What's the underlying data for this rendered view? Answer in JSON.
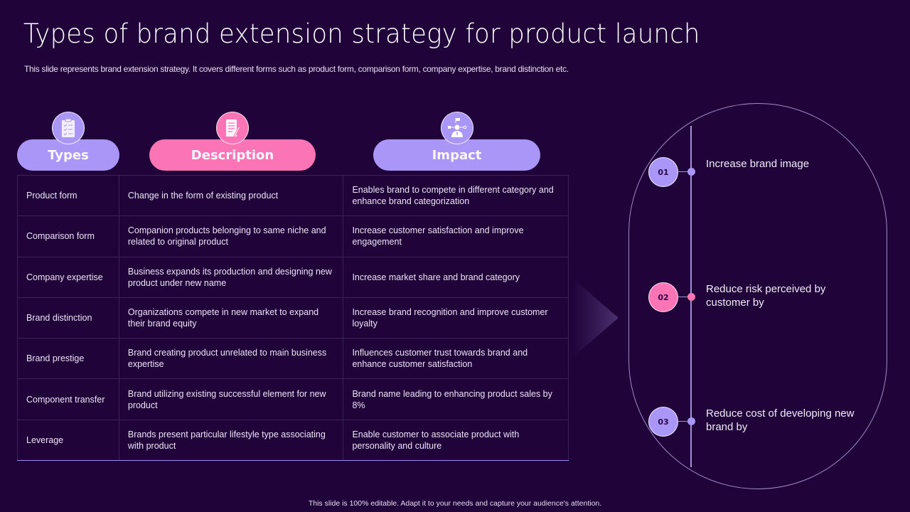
{
  "slide": {
    "title": "Types of brand extension strategy for product launch",
    "subtitle": "This slide represents brand extension strategy. It covers different forms such as product form, comparison form, company expertise, brand distinction etc.",
    "footer": "This slide is 100% editable.  Adapt it to your needs and capture your audience's attention."
  },
  "colors": {
    "background": "#200339",
    "lavender": "#a996f7",
    "pink": "#fb75b6",
    "grid": "#3b2355"
  },
  "table": {
    "headers": [
      {
        "label": "Types",
        "icon": "clipboard-checklist-icon"
      },
      {
        "label": "Description",
        "icon": "document-pen-icon"
      },
      {
        "label": "Impact",
        "icon": "businessman-network-icon"
      }
    ],
    "rows": [
      {
        "type": "Product form",
        "description": "Change  in the form of existing product",
        "impact": "Enables brand to compete in different  category and enhance brand categorization"
      },
      {
        "type": "Comparison form",
        "description": "Companion products belonging to same niche and related to original product",
        "impact": "Increase customer satisfaction and improve engagement"
      },
      {
        "type": "Company expertise",
        "description": "Business expands its production and designing new product under new name",
        "impact": "Increase market share and brand category"
      },
      {
        "type": "Brand distinction",
        "description": "Organizations compete in new market to expand their brand equity",
        "impact": "Increase brand recognition and improve customer loyalty"
      },
      {
        "type": "Brand prestige",
        "description": "Brand creating product unrelated to main business expertise",
        "impact": "Influences customer trust towards brand and enhance customer satisfaction"
      },
      {
        "type": "Component transfer",
        "description": "Brand utilizing existing successful element for new product",
        "impact": "Brand name leading to enhancing product sales by 8%"
      },
      {
        "type": "Leverage",
        "description": "Brands present particular lifestyle type associating\nwith product",
        "impact": "Enable customer to associate product with personality and culture"
      }
    ]
  },
  "timeline": {
    "steps": [
      {
        "number": "01",
        "text": "Increase brand image",
        "color": "#a996f7"
      },
      {
        "number": "02",
        "text": "Reduce risk perceived by customer by",
        "color": "#fb75b6"
      },
      {
        "number": "03",
        "text": "Reduce cost of developing new brand by",
        "color": "#a996f7"
      }
    ]
  }
}
